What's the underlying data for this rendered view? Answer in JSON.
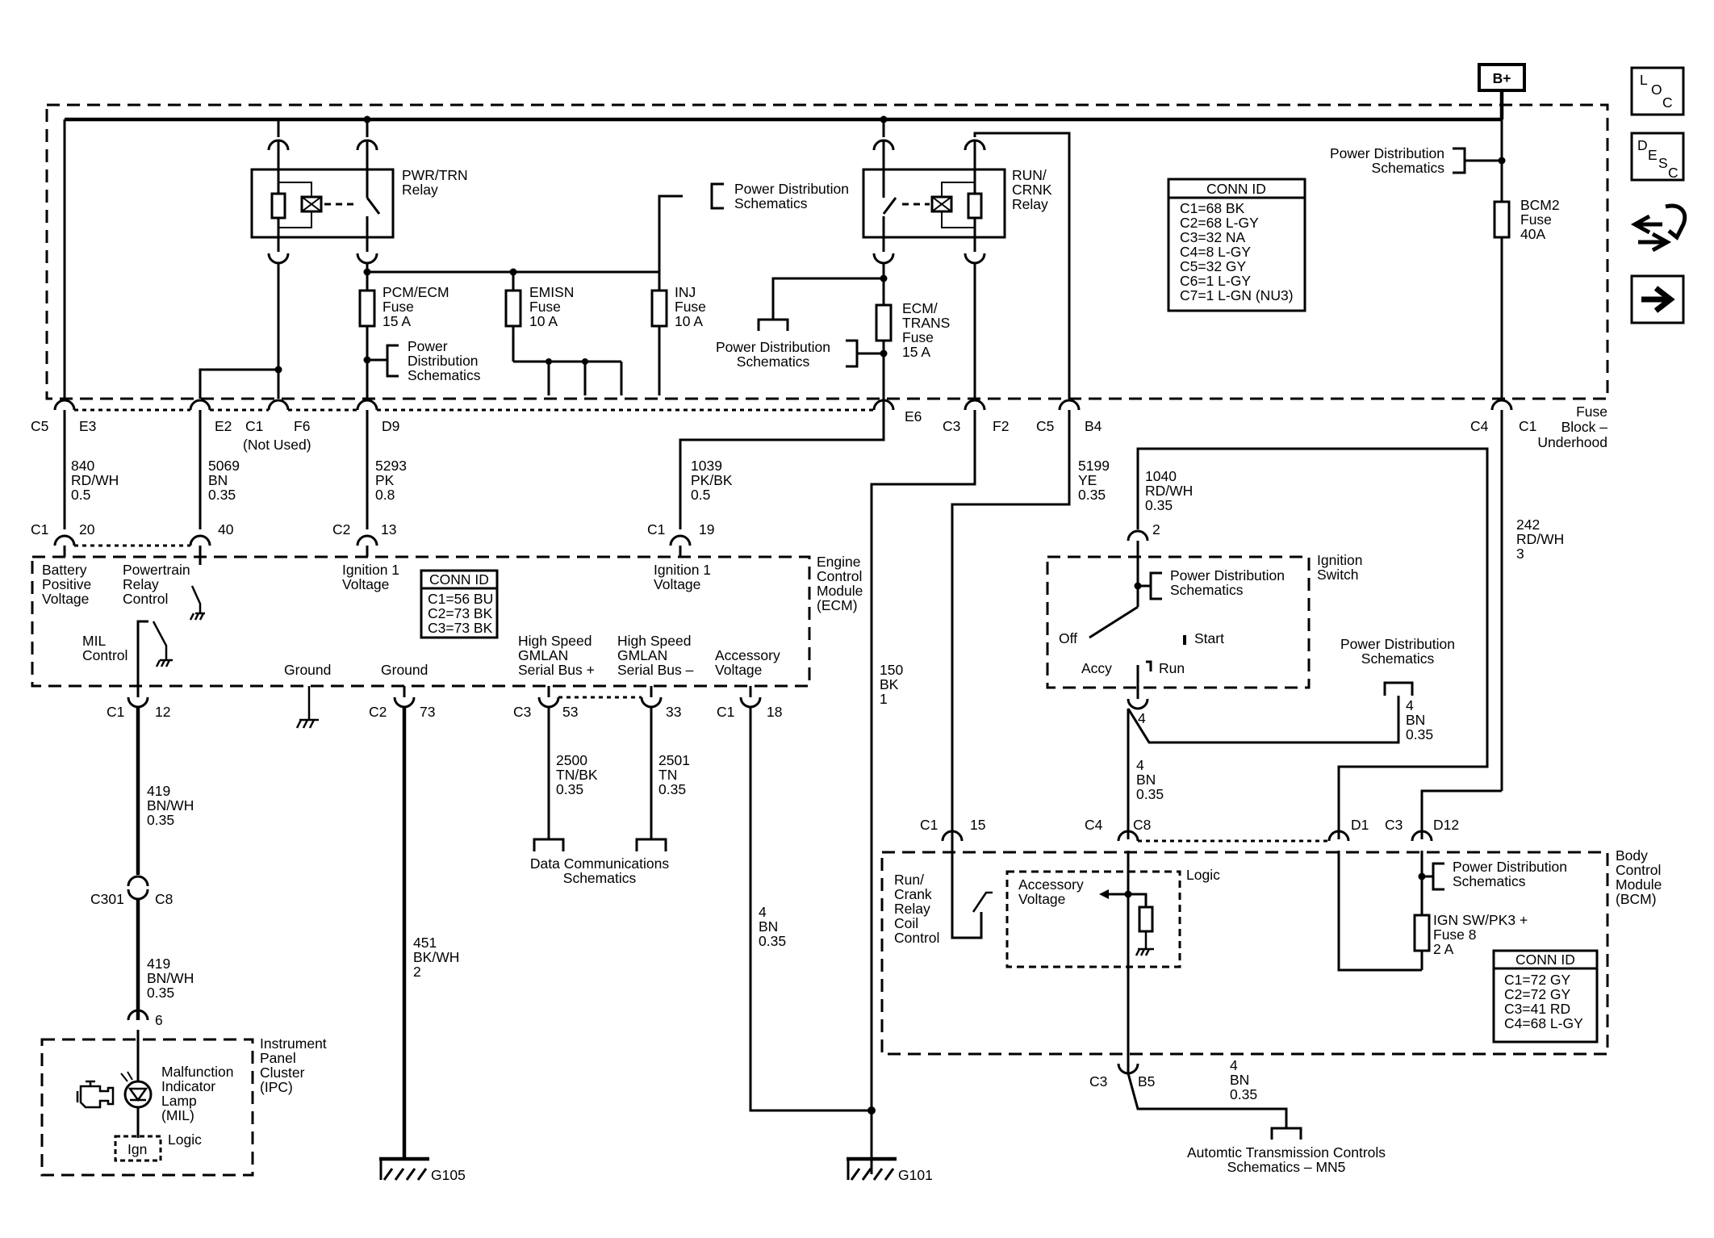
{
  "power": {
    "bplus": "B+"
  },
  "nav": {
    "loc": [
      "L",
      "O",
      "C"
    ],
    "desc": [
      "D",
      "E",
      "S",
      "C"
    ]
  },
  "fuse_block": {
    "name": [
      "Fuse",
      "Block –",
      "Underhood"
    ]
  },
  "relays": {
    "pwr_trn": [
      "PWR/TRN",
      "Relay"
    ],
    "run_crnk": [
      "RUN/",
      "CRNK",
      "Relay"
    ]
  },
  "fuses": {
    "pcm_ecm": [
      "PCM/ECM",
      "Fuse",
      "15 A"
    ],
    "emisn": [
      "EMISN",
      "Fuse",
      "10 A"
    ],
    "inj": [
      "INJ",
      "Fuse",
      "10 A"
    ],
    "ecm_trans": [
      "ECM/",
      "TRANS",
      "Fuse",
      "15 A"
    ],
    "bcm2": [
      "BCM2",
      "Fuse",
      "40A"
    ],
    "ign_sw": [
      "IGN SW/PK3 +",
      "Fuse 8",
      "2 A"
    ]
  },
  "refs": {
    "power_distribution": [
      "Power Distribution",
      "Schematics"
    ],
    "power_distribution_3": [
      "Power",
      "Distribution",
      "Schematics"
    ],
    "data_comm": [
      "Data Communications",
      "Schematics"
    ],
    "auto_trans": [
      "Automtic Transmission Controls",
      "Schematics – MN5"
    ]
  },
  "conn_ids": {
    "fuse_block": {
      "title": "CONN ID",
      "rows": [
        "C1=68 BK",
        "C2=68 L-GY",
        "C3=32 NA",
        "C4=8 L-GY",
        "C5=32 GY",
        "C6=1 L-GY",
        "C7=1 L-GN (NU3)"
      ]
    },
    "ecm": {
      "title": "CONN ID",
      "rows": [
        "C1=56 BU",
        "C2=73 BK",
        "C3=73 BK"
      ]
    },
    "bcm": {
      "title": "CONN ID",
      "rows": [
        "C1=72 GY",
        "C2=72 GY",
        "C3=41 RD",
        "C4=68 L-GY"
      ]
    }
  },
  "connectors": {
    "fb_c5_e3": [
      "C5",
      "E3"
    ],
    "fb_e2": "E2",
    "fb_c1_f6": [
      "C1",
      "F6"
    ],
    "not_used": "(Not Used)",
    "fb_d9": "D9",
    "fb_e6": "E6",
    "fb_c3_f2": [
      "C3",
      "F2"
    ],
    "fb_c5_b4": [
      "C5",
      "B4"
    ],
    "fb_c4_c1": [
      "C4",
      "C1"
    ],
    "ecm_c1_20": [
      "C1",
      "20"
    ],
    "ecm_40": "40",
    "ecm_c2_13": [
      "C2",
      "13"
    ],
    "ecm_c1_19": [
      "C1",
      "19"
    ],
    "ecm_c1_12": [
      "C1",
      "12"
    ],
    "ecm_c2_73": [
      "C2",
      "73"
    ],
    "ecm_c3_53": [
      "C3",
      "53"
    ],
    "ecm_33": "33",
    "ecm_c1_18": [
      "C1",
      "18"
    ],
    "c301_c8": [
      "C301",
      "C8"
    ],
    "ipc_6": "6",
    "ign_2": "2",
    "ign_4": "4",
    "bcm_c1_15": [
      "C1",
      "15"
    ],
    "bcm_c4_c8": [
      "C4",
      "C8"
    ],
    "bcm_d1": "D1",
    "bcm_c3_d12": [
      "C3",
      "D12"
    ],
    "bcm_c3_b5": [
      "C3",
      "B5"
    ]
  },
  "wires": {
    "w840": [
      "840",
      "RD/WH",
      "0.5"
    ],
    "w5069": [
      "5069",
      "BN",
      "0.35"
    ],
    "w5293": [
      "5293",
      "PK",
      "0.8"
    ],
    "w1039": [
      "1039",
      "PK/BK",
      "0.5"
    ],
    "w5199": [
      "5199",
      "YE",
      "0.35"
    ],
    "w1040": [
      "1040",
      "RD/WH",
      "0.35"
    ],
    "w242": [
      "242",
      "RD/WH",
      "3"
    ],
    "w150": [
      "150",
      "BK",
      "1"
    ],
    "w419a": [
      "419",
      "BN/WH",
      "0.35"
    ],
    "w419b": [
      "419",
      "BN/WH",
      "0.35"
    ],
    "w451": [
      "451",
      "BK/WH",
      "2"
    ],
    "w2500": [
      "2500",
      "TN/BK",
      "0.35"
    ],
    "w2501": [
      "2501",
      "TN",
      "0.35"
    ],
    "w4_acc": [
      "4",
      "BN",
      "0.35"
    ],
    "w4_ign_a": [
      "4",
      "BN",
      "0.35"
    ],
    "w4_ign_b": [
      "4",
      "BN",
      "0.35"
    ],
    "w4_trans": [
      "4",
      "BN",
      "0.35"
    ]
  },
  "ecm": {
    "name": [
      "Engine",
      "Control",
      "Module",
      "(ECM)"
    ],
    "battery": [
      "Battery",
      "Positive",
      "Voltage"
    ],
    "pt_relay": [
      "Powertrain",
      "Relay",
      "Control"
    ],
    "ign1_a": [
      "Ignition 1",
      "Voltage"
    ],
    "ign1_b": [
      "Ignition 1",
      "Voltage"
    ],
    "mil": [
      "MIL",
      "Control"
    ],
    "ground_a": "Ground",
    "ground_b": "Ground",
    "gmlan_pos": [
      "High Speed",
      "GMLAN",
      "Serial Bus +"
    ],
    "gmlan_neg": [
      "High Speed",
      "GMLAN",
      "Serial Bus –"
    ],
    "accessory": [
      "Accessory",
      "Voltage"
    ]
  },
  "ignition": {
    "name": [
      "Ignition",
      "Switch"
    ],
    "off": "Off",
    "start": "Start",
    "accy": "Accy",
    "run": "Run"
  },
  "bcm": {
    "name": [
      "Body",
      "Control",
      "Module",
      "(BCM)"
    ],
    "run_crank": [
      "Run/",
      "Crank",
      "Relay",
      "Coil",
      "Control"
    ],
    "accessory": [
      "Accessory",
      "Voltage"
    ],
    "logic": "Logic"
  },
  "ipc": {
    "name": [
      "Instrument",
      "Panel",
      "Cluster",
      "(IPC)"
    ],
    "mil": [
      "Malfunction",
      "Indicator",
      "Lamp",
      "(MIL)"
    ],
    "ign": "Ign",
    "logic": "Logic"
  },
  "grounds": {
    "g105": "G105",
    "g101": "G101"
  }
}
